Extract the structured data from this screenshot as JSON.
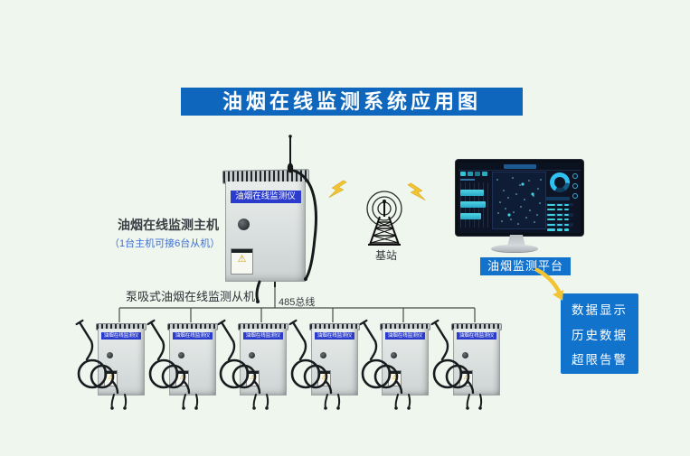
{
  "title": "油烟在线监测系统应用图",
  "host": {
    "device_label": "油烟在线监测仪",
    "name": "油烟在线监测主机",
    "capacity_note": "（1台主机可接6台从机）"
  },
  "base_station": {
    "label": "基站"
  },
  "bus": {
    "wire_label": "485总线",
    "slave_group_label": "泵吸式油烟在线监测从机"
  },
  "slave_units": [
    {
      "label": "油烟在线监测仪"
    },
    {
      "label": "油烟在线监测仪"
    },
    {
      "label": "油烟在线监测仪"
    },
    {
      "label": "油烟在线监测仪"
    },
    {
      "label": "油烟在线监测仪"
    },
    {
      "label": "油烟在线监测仪"
    }
  ],
  "platform": {
    "label": "油烟监测平台",
    "features": [
      "数据显示",
      "历史数据",
      "超限告警"
    ]
  },
  "icons": {
    "warning": "⚠"
  },
  "colors": {
    "background": "#eff6ee",
    "banner_blue": "#0f67bd",
    "device_label_blue": "#2b3ccc",
    "platform_blue": "#1372cc",
    "lightning_yellow": "#f2c433",
    "screen_navy": "#0c1426",
    "screen_accent_cyan": "#3fd0e2"
  }
}
